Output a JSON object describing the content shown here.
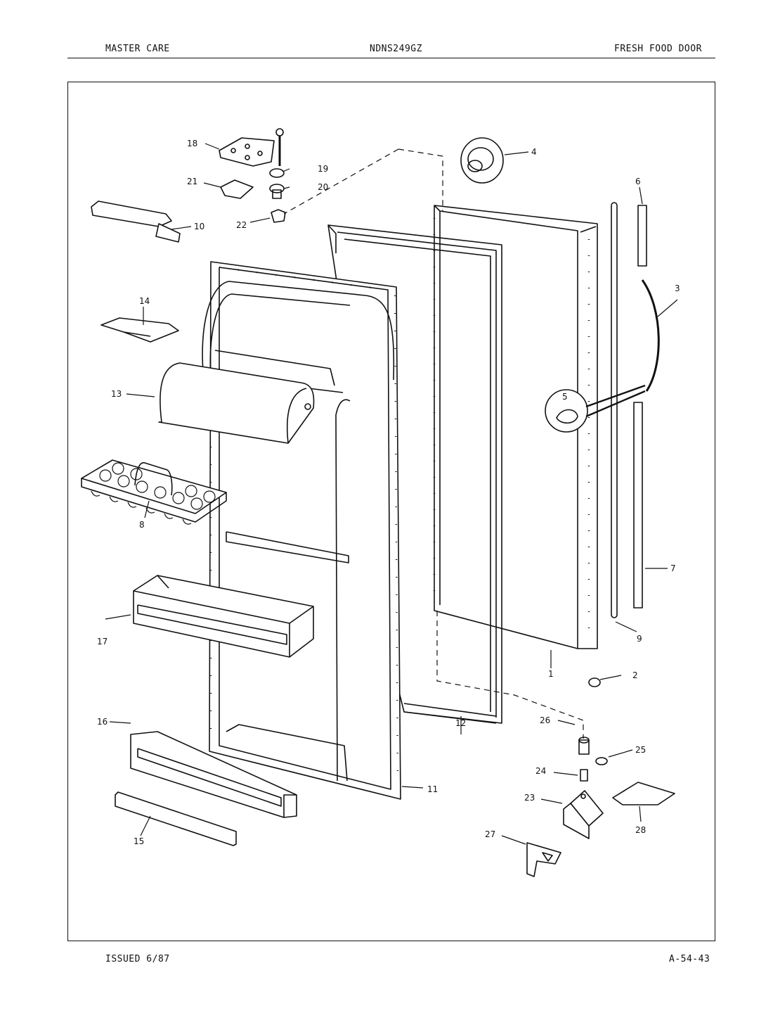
{
  "header": {
    "left": "MASTER CARE",
    "center": "NDNS249GZ",
    "right": "FRESH FOOD DOOR"
  },
  "footer": {
    "left": "ISSUED 6/87",
    "right": "A-54-43"
  },
  "callouts": {
    "c1": "1",
    "c2": "2",
    "c3": "3",
    "c4": "4",
    "c5": "5",
    "c6": "6",
    "c7": "7",
    "c8": "8",
    "c9": "9",
    "c10": "10",
    "c11": "11",
    "c12": "12",
    "c13": "13",
    "c14": "14",
    "c15": "15",
    "c16": "16",
    "c17": "17",
    "c18": "18",
    "c19": "19",
    "c20": "20",
    "c21": "21",
    "c22": "22",
    "c23": "23",
    "c24": "24",
    "c25": "25",
    "c26": "26",
    "c27": "27",
    "c28": "28"
  }
}
